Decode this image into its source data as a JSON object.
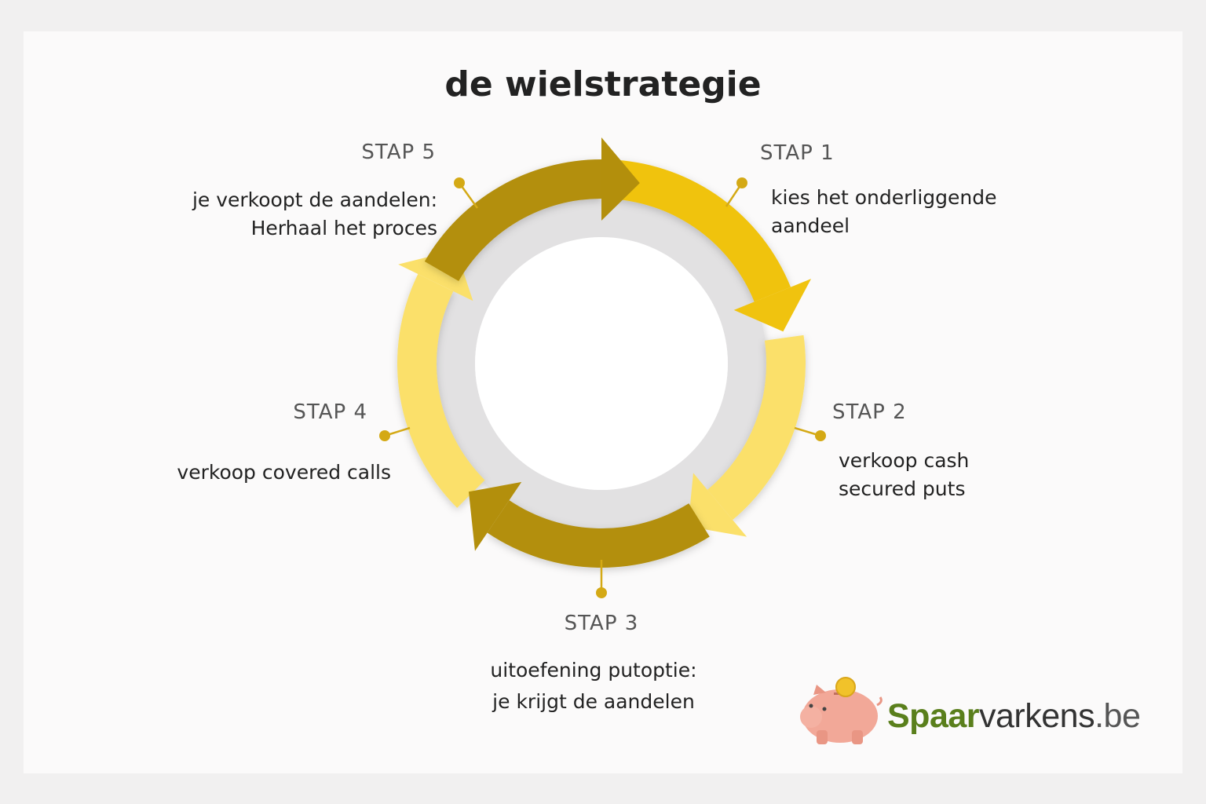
{
  "title": "de wielstrategie",
  "steps": [
    {
      "label": "STAP 1",
      "lines": [
        "kies het onderliggende",
        "aandeel"
      ]
    },
    {
      "label": "STAP 2",
      "lines": [
        "verkoop cash",
        "secured puts"
      ]
    },
    {
      "label": "STAP 3",
      "lines": [
        "uitoefening putoptie:",
        "je krijgt de aandelen"
      ]
    },
    {
      "label": "STAP 4",
      "lines": [
        "verkoop covered calls"
      ]
    },
    {
      "label": "STAP 5",
      "lines": [
        "je verkoopt de aandelen:",
        "Herhaal het proces"
      ]
    }
  ],
  "logo": {
    "part1": "Spaar",
    "part2": "varkens",
    "part3": ".be"
  },
  "colors": {
    "dark": "#B38F0C",
    "gold": "#F0C30F",
    "light": "#FBE06A",
    "ring": "#E2E1E2"
  }
}
